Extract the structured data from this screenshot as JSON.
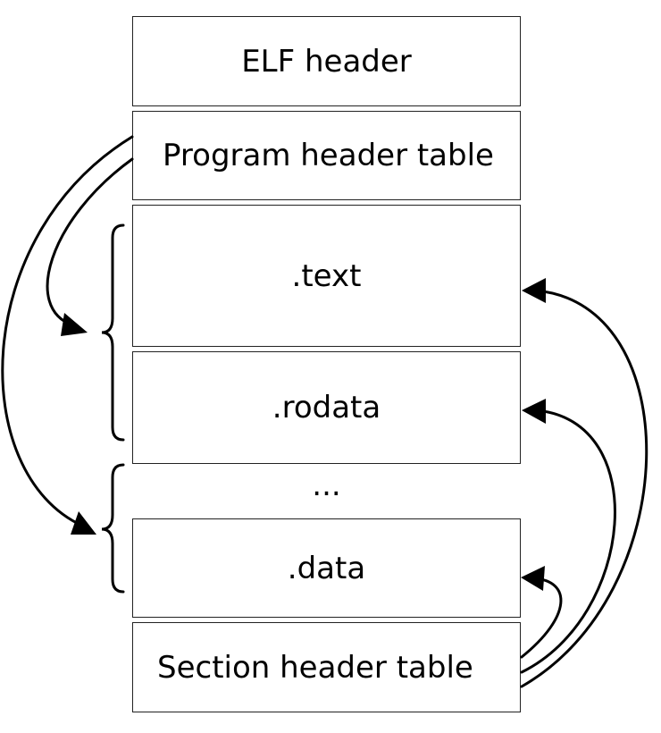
{
  "diagram": {
    "blocks": [
      {
        "id": "elf-header",
        "label": "ELF header"
      },
      {
        "id": "program-header",
        "label": "Program header table"
      },
      {
        "id": "text-seg",
        "label": ".text"
      },
      {
        "id": "rodata-seg",
        "label": ".rodata"
      },
      {
        "id": "data-seg",
        "label": ".data"
      },
      {
        "id": "section-header",
        "label": "Section header table"
      }
    ],
    "ellipsis": "...",
    "stroke_color": "#000000"
  }
}
